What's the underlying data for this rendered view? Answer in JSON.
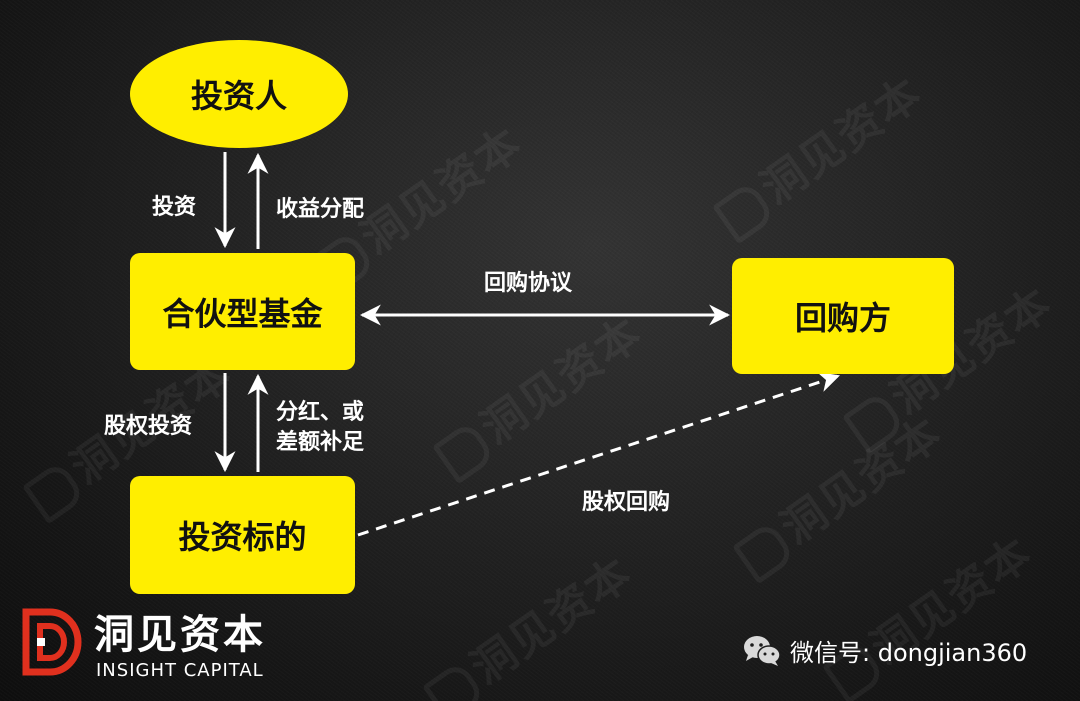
{
  "nodes": {
    "investor": "投资人",
    "fund": "合伙型基金",
    "buyer": "回购方",
    "target": "投资标的"
  },
  "edges": {
    "invest": "投资",
    "distribution": "收益分配",
    "equity_invest": "股权投资",
    "dividend_line1": "分红、或",
    "dividend_line2": "差额补足",
    "buyback_agreement": "回购协议",
    "equity_buyback": "股权回购"
  },
  "brand": {
    "name": "洞见资本",
    "subtitle": "INSIGHT CAPITAL",
    "watermark": "洞见资本"
  },
  "wechat": {
    "text": "微信号: dongjian360"
  },
  "colors": {
    "node_fill": "#ffee00",
    "node_text": "#111111",
    "arrow": "#ffffff",
    "label": "#ffffff",
    "brand_red": "#e0301e"
  },
  "icons": [
    "brand-logo-icon",
    "wechat-icon",
    "arrowhead-icon"
  ]
}
